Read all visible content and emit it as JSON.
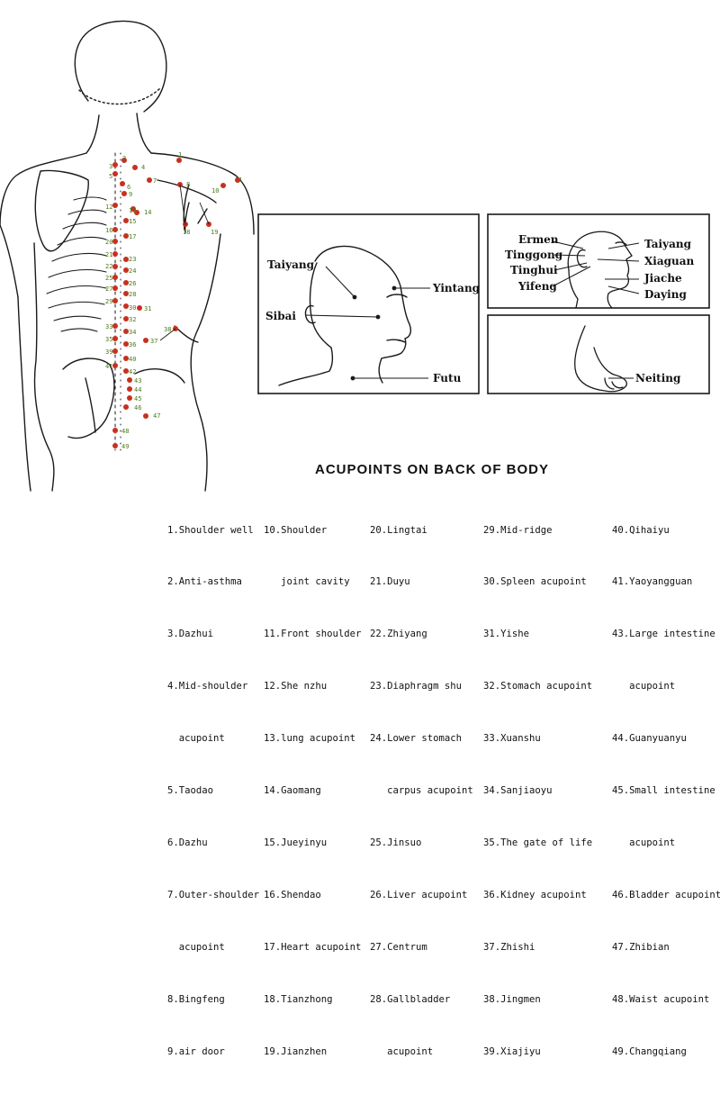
{
  "title": "ACUPOINTS ON BACK OF BODY",
  "back_figure": {
    "labels": [
      "1",
      "2",
      "3",
      "4",
      "5",
      "6",
      "7",
      "8",
      "9",
      "10",
      "11",
      "12",
      "13",
      "14",
      "15",
      "16",
      "17",
      "18",
      "19",
      "20",
      "21",
      "22",
      "23",
      "24",
      "25",
      "26",
      "27",
      "28",
      "29",
      "30",
      "31",
      "32",
      "33",
      "34",
      "35",
      "36",
      "37",
      "38",
      "39",
      "40",
      "41",
      "42",
      "43",
      "44",
      "45",
      "46",
      "47",
      "48",
      "49"
    ],
    "point_color": "#c8301e",
    "label_color": "#4a7a1a"
  },
  "face_inset": {
    "labels": {
      "taiyang": "Taiyang",
      "sibai": "Sibai",
      "yintang": "Yintang",
      "futu": "Futu"
    }
  },
  "side_head_inset": {
    "left_labels": [
      "Ermen",
      "Tinggong",
      "Tinghui",
      "Yifeng"
    ],
    "right_labels": [
      "Taiyang",
      "Xiaguan",
      "Jiache",
      "Daying"
    ]
  },
  "foot_inset": {
    "label": "Neiting"
  },
  "legend": {
    "columns": [
      [
        "1.Shoulder well",
        "2.Anti-asthma",
        "3.Dazhui",
        "4.Mid-shoulder",
        "  acupoint",
        "5.Taodao",
        "6.Dazhu",
        "7.Outer-shoulder",
        "  acupoint",
        "8.Bingfeng",
        "9.air door"
      ],
      [
        "10.Shoulder",
        "   joint cavity",
        "11.Front shoulder",
        "12.She nzhu",
        "13.lung acupoint",
        "14.Gaomang",
        "15.Jueyinyu",
        "16.Shendao",
        "17.Heart acupoint",
        "18.Tianzhong",
        "19.Jianzhen"
      ],
      [
        "20.Lingtai",
        "21.Duyu",
        "22.Zhiyang",
        "23.Diaphragm shu",
        "24.Lower stomach",
        "   carpus acupoint",
        "25.Jinsuo",
        "26.Liver acupoint",
        "27.Centrum",
        "28.Gallbladder",
        "   acupoint"
      ],
      [
        "29.Mid-ridge",
        "30.Spleen acupoint",
        "31.Yishe",
        "32.Stomach acupoint",
        "33.Xuanshu",
        "34.Sanjiaoyu",
        "35.The gate of life",
        "36.Kidney acupoint",
        "37.Zhishi",
        "38.Jingmen",
        "39.Xiajiyu"
      ],
      [
        "40.Qihaiyu",
        "41.Yaoyangguan",
        "43.Large intestine",
        "   acupoint",
        "44.Guanyuanyu",
        "45.Small intestine",
        "   acupoint",
        "46.Bladder acupoint",
        "47.Zhibian",
        "48.Waist acupoint",
        "49.Changqiang"
      ]
    ]
  }
}
